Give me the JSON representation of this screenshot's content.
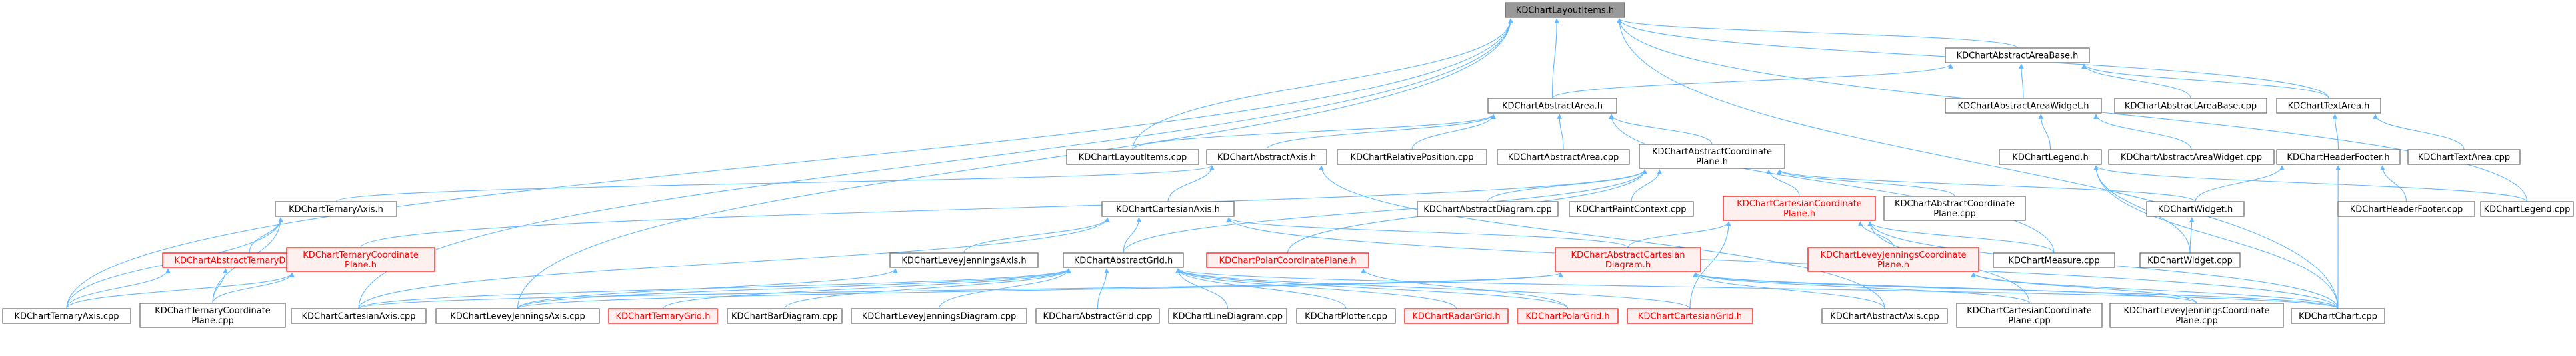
{
  "colors": {
    "edge": "#63b8ff",
    "normal_border": "#666666",
    "normal_fill": "#ffffff",
    "normal_text": "#000000",
    "root_fill": "#999999",
    "root_border": "#666666",
    "red_border": "#ff0000",
    "red_fill": "#fff0f0",
    "red_text": "#ff0000"
  },
  "nodes": [
    {
      "id": "layoutitems_h",
      "lines": [
        "KDChartLayoutItems.h"
      ],
      "style": "root"
    },
    {
      "id": "areabase_h",
      "lines": [
        "KDChartAbstractAreaBase.h"
      ],
      "style": "normal"
    },
    {
      "id": "area_h",
      "lines": [
        "KDChartAbstractArea.h"
      ],
      "style": "normal"
    },
    {
      "id": "areawidget_h",
      "lines": [
        "KDChartAbstractAreaWidget.h"
      ],
      "style": "normal"
    },
    {
      "id": "areabase_cpp",
      "lines": [
        "KDChartAbstractAreaBase.cpp"
      ],
      "style": "normal"
    },
    {
      "id": "textarea_h",
      "lines": [
        "KDChartTextArea.h"
      ],
      "style": "normal"
    },
    {
      "id": "layoutitems_cpp",
      "lines": [
        "KDChartLayoutItems.cpp"
      ],
      "style": "normal"
    },
    {
      "id": "axis_h",
      "lines": [
        "KDChartAbstractAxis.h"
      ],
      "style": "normal"
    },
    {
      "id": "relpos_cpp",
      "lines": [
        "KDChartRelativePosition.cpp"
      ],
      "style": "normal"
    },
    {
      "id": "area_cpp",
      "lines": [
        "KDChartAbstractArea.cpp"
      ],
      "style": "normal"
    },
    {
      "id": "coordplane_h",
      "lines": [
        "KDChartAbstractCoordinate",
        "Plane.h"
      ],
      "style": "normal"
    },
    {
      "id": "legend_h",
      "lines": [
        "KDChartLegend.h"
      ],
      "style": "normal"
    },
    {
      "id": "areawidget_cpp",
      "lines": [
        "KDChartAbstractAreaWidget.cpp"
      ],
      "style": "normal"
    },
    {
      "id": "headerfooter_h",
      "lines": [
        "KDChartHeaderFooter.h"
      ],
      "style": "normal"
    },
    {
      "id": "textarea_cpp",
      "lines": [
        "KDChartTextArea.cpp"
      ],
      "style": "normal"
    },
    {
      "id": "ternaryaxis_h",
      "lines": [
        "KDChartTernaryAxis.h"
      ],
      "style": "normal"
    },
    {
      "id": "cartesianaxis_h",
      "lines": [
        "KDChartCartesianAxis.h"
      ],
      "style": "normal"
    },
    {
      "id": "absdiagram_cpp",
      "lines": [
        "KDChartAbstractDiagram.cpp"
      ],
      "style": "normal"
    },
    {
      "id": "paintcontext_cpp",
      "lines": [
        "KDChartPaintContext.cpp"
      ],
      "style": "normal"
    },
    {
      "id": "cartcoordplane_h",
      "lines": [
        "KDChartCartesianCoordinate",
        "Plane.h"
      ],
      "style": "red"
    },
    {
      "id": "coordplane_cpp",
      "lines": [
        "KDChartAbstractCoordinate",
        "Plane.cpp"
      ],
      "style": "normal"
    },
    {
      "id": "widget_h",
      "lines": [
        "KDChartWidget.h"
      ],
      "style": "normal"
    },
    {
      "id": "headerfooter_cpp",
      "lines": [
        "KDChartHeaderFooter.cpp"
      ],
      "style": "normal"
    },
    {
      "id": "legend_cpp",
      "lines": [
        "KDChartLegend.cpp"
      ],
      "style": "normal"
    },
    {
      "id": "absternarydiag_h",
      "lines": [
        "KDChartAbstractTernaryDiagram.h"
      ],
      "style": "red"
    },
    {
      "id": "ternarycoordplane_h",
      "lines": [
        "KDChartTernaryCoordinate",
        "Plane.h"
      ],
      "style": "red"
    },
    {
      "id": "leveyaxis_h",
      "lines": [
        "KDChartLeveyJenningsAxis.h"
      ],
      "style": "normal"
    },
    {
      "id": "absgrid_h",
      "lines": [
        "KDChartAbstractGrid.h"
      ],
      "style": "normal"
    },
    {
      "id": "polarcoordplane_h",
      "lines": [
        "KDChartPolarCoordinatePlane.h"
      ],
      "style": "red"
    },
    {
      "id": "abscartdiag_h",
      "lines": [
        "KDChartAbstractCartesian",
        "Diagram.h"
      ],
      "style": "red"
    },
    {
      "id": "leveycoordplane_h",
      "lines": [
        "KDChartLeveyJenningsCoordinate",
        "Plane.h"
      ],
      "style": "red"
    },
    {
      "id": "measure_cpp",
      "lines": [
        "KDChartMeasure.cpp"
      ],
      "style": "normal"
    },
    {
      "id": "widget_cpp",
      "lines": [
        "KDChartWidget.cpp"
      ],
      "style": "normal"
    },
    {
      "id": "ternaryaxis_cpp",
      "lines": [
        "KDChartTernaryAxis.cpp"
      ],
      "style": "normal"
    },
    {
      "id": "ternarycoordplane_cpp",
      "lines": [
        "KDChartTernaryCoordinate",
        "Plane.cpp"
      ],
      "style": "normal"
    },
    {
      "id": "cartesianaxis_cpp",
      "lines": [
        "KDChartCartesianAxis.cpp"
      ],
      "style": "normal"
    },
    {
      "id": "leveyaxis_cpp",
      "lines": [
        "KDChartLeveyJenningsAxis.cpp"
      ],
      "style": "normal"
    },
    {
      "id": "ternarygrid_h",
      "lines": [
        "KDChartTernaryGrid.h"
      ],
      "style": "red"
    },
    {
      "id": "bardiagram_cpp",
      "lines": [
        "KDChartBarDiagram.cpp"
      ],
      "style": "normal"
    },
    {
      "id": "leveydiagram_cpp",
      "lines": [
        "KDChartLeveyJenningsDiagram.cpp"
      ],
      "style": "normal"
    },
    {
      "id": "absgrid_cpp",
      "lines": [
        "KDChartAbstractGrid.cpp"
      ],
      "style": "normal"
    },
    {
      "id": "linediagram_cpp",
      "lines": [
        "KDChartLineDiagram.cpp"
      ],
      "style": "normal"
    },
    {
      "id": "plotter_cpp",
      "lines": [
        "KDChartPlotter.cpp"
      ],
      "style": "normal"
    },
    {
      "id": "radargrid_h",
      "lines": [
        "KDChartRadarGrid.h"
      ],
      "style": "red"
    },
    {
      "id": "polargrid_h",
      "lines": [
        "KDChartPolarGrid.h"
      ],
      "style": "red"
    },
    {
      "id": "cartgrid_h",
      "lines": [
        "KDChartCartesianGrid.h"
      ],
      "style": "red"
    },
    {
      "id": "absaxis_cpp",
      "lines": [
        "KDChartAbstractAxis.cpp"
      ],
      "style": "normal"
    },
    {
      "id": "cartcoordplane_cpp",
      "lines": [
        "KDChartCartesianCoordinate",
        "Plane.cpp"
      ],
      "style": "normal"
    },
    {
      "id": "leveycoordplane_cpp",
      "lines": [
        "KDChartLeveyJenningsCoordinate",
        "Plane.cpp"
      ],
      "style": "normal"
    },
    {
      "id": "chart_cpp",
      "lines": [
        "KDChartChart.cpp"
      ],
      "style": "normal"
    }
  ],
  "edges": [
    [
      "areabase_h",
      "layoutitems_h"
    ],
    [
      "area_h",
      "layoutitems_h"
    ],
    [
      "textarea_h",
      "layoutitems_h"
    ],
    [
      "layoutitems_cpp",
      "layoutitems_h"
    ],
    [
      "legend_cpp",
      "layoutitems_h"
    ],
    [
      "chart_cpp",
      "layoutitems_h"
    ],
    [
      "ternaryaxis_cpp",
      "layoutitems_h"
    ],
    [
      "cartesianaxis_cpp",
      "layoutitems_h"
    ],
    [
      "leveyaxis_cpp",
      "layoutitems_h"
    ],
    [
      "area_h",
      "areabase_h"
    ],
    [
      "areawidget_h",
      "areabase_h"
    ],
    [
      "areabase_cpp",
      "areabase_h"
    ],
    [
      "textarea_h",
      "areabase_h"
    ],
    [
      "axis_h",
      "area_h"
    ],
    [
      "relpos_cpp",
      "area_h"
    ],
    [
      "area_cpp",
      "area_h"
    ],
    [
      "coordplane_h",
      "area_h"
    ],
    [
      "layoutitems_cpp",
      "area_h"
    ],
    [
      "measure_cpp",
      "area_h"
    ],
    [
      "legend_h",
      "areawidget_h"
    ],
    [
      "areawidget_cpp",
      "areawidget_h"
    ],
    [
      "headerfooter_h",
      "textarea_h"
    ],
    [
      "textarea_cpp",
      "textarea_h"
    ],
    [
      "ternaryaxis_h",
      "axis_h"
    ],
    [
      "cartesianaxis_h",
      "axis_h"
    ],
    [
      "absaxis_cpp",
      "axis_h"
    ],
    [
      "absdiagram_cpp",
      "coordplane_h"
    ],
    [
      "paintcontext_cpp",
      "coordplane_h"
    ],
    [
      "cartcoordplane_h",
      "coordplane_h"
    ],
    [
      "coordplane_cpp",
      "coordplane_h"
    ],
    [
      "widget_h",
      "coordplane_h"
    ],
    [
      "absgrid_h",
      "coordplane_h"
    ],
    [
      "polarcoordplane_h",
      "coordplane_h"
    ],
    [
      "ternarycoordplane_h",
      "coordplane_h"
    ],
    [
      "widget_cpp",
      "legend_h"
    ],
    [
      "legend_cpp",
      "legend_h"
    ],
    [
      "chart_cpp",
      "legend_h"
    ],
    [
      "widget_h",
      "headerfooter_h"
    ],
    [
      "headerfooter_cpp",
      "headerfooter_h"
    ],
    [
      "chart_cpp",
      "headerfooter_h"
    ],
    [
      "absternarydiag_h",
      "ternaryaxis_h"
    ],
    [
      "ternaryaxis_cpp",
      "ternaryaxis_h"
    ],
    [
      "ternarycoordplane_cpp",
      "ternaryaxis_h"
    ],
    [
      "leveyaxis_h",
      "cartesianaxis_h"
    ],
    [
      "absgrid_h",
      "cartesianaxis_h"
    ],
    [
      "abscartdiag_h",
      "cartesianaxis_h"
    ],
    [
      "cartesianaxis_cpp",
      "cartesianaxis_h"
    ],
    [
      "chart_cpp",
      "cartesianaxis_h"
    ],
    [
      "abscartdiag_h",
      "cartcoordplane_h"
    ],
    [
      "leveycoordplane_h",
      "cartcoordplane_h"
    ],
    [
      "measure_cpp",
      "cartcoordplane_h"
    ],
    [
      "cartgrid_h",
      "cartcoordplane_h"
    ],
    [
      "cartcoordplane_cpp",
      "cartcoordplane_h"
    ],
    [
      "chart_cpp",
      "cartcoordplane_h"
    ],
    [
      "widget_cpp",
      "widget_h"
    ],
    [
      "ternaryaxis_cpp",
      "absternarydiag_h"
    ],
    [
      "ternarycoordplane_cpp",
      "absternarydiag_h"
    ],
    [
      "ternaryaxis_cpp",
      "ternarycoordplane_h"
    ],
    [
      "ternarycoordplane_cpp",
      "ternarycoordplane_h"
    ],
    [
      "leveyaxis_cpp",
      "leveyaxis_h"
    ],
    [
      "cartesianaxis_cpp",
      "absgrid_h"
    ],
    [
      "leveyaxis_cpp",
      "absgrid_h"
    ],
    [
      "ternarygrid_h",
      "absgrid_h"
    ],
    [
      "bardiagram_cpp",
      "absgrid_h"
    ],
    [
      "leveydiagram_cpp",
      "absgrid_h"
    ],
    [
      "absgrid_cpp",
      "absgrid_h"
    ],
    [
      "linediagram_cpp",
      "absgrid_h"
    ],
    [
      "plotter_cpp",
      "absgrid_h"
    ],
    [
      "radargrid_h",
      "absgrid_h"
    ],
    [
      "polargrid_h",
      "absgrid_h"
    ],
    [
      "cartgrid_h",
      "absgrid_h"
    ],
    [
      "chart_cpp",
      "absgrid_h"
    ],
    [
      "polargrid_h",
      "polarcoordplane_h"
    ],
    [
      "cartesianaxis_cpp",
      "abscartdiag_h"
    ],
    [
      "leveyaxis_cpp",
      "abscartdiag_h"
    ],
    [
      "absaxis_cpp",
      "abscartdiag_h"
    ],
    [
      "cartcoordplane_cpp",
      "abscartdiag_h"
    ],
    [
      "leveycoordplane_cpp",
      "abscartdiag_h"
    ],
    [
      "chart_cpp",
      "abscartdiag_h"
    ],
    [
      "leveycoordplane_cpp",
      "leveycoordplane_h"
    ],
    [
      "chart_cpp",
      "leveycoordplane_h"
    ]
  ]
}
